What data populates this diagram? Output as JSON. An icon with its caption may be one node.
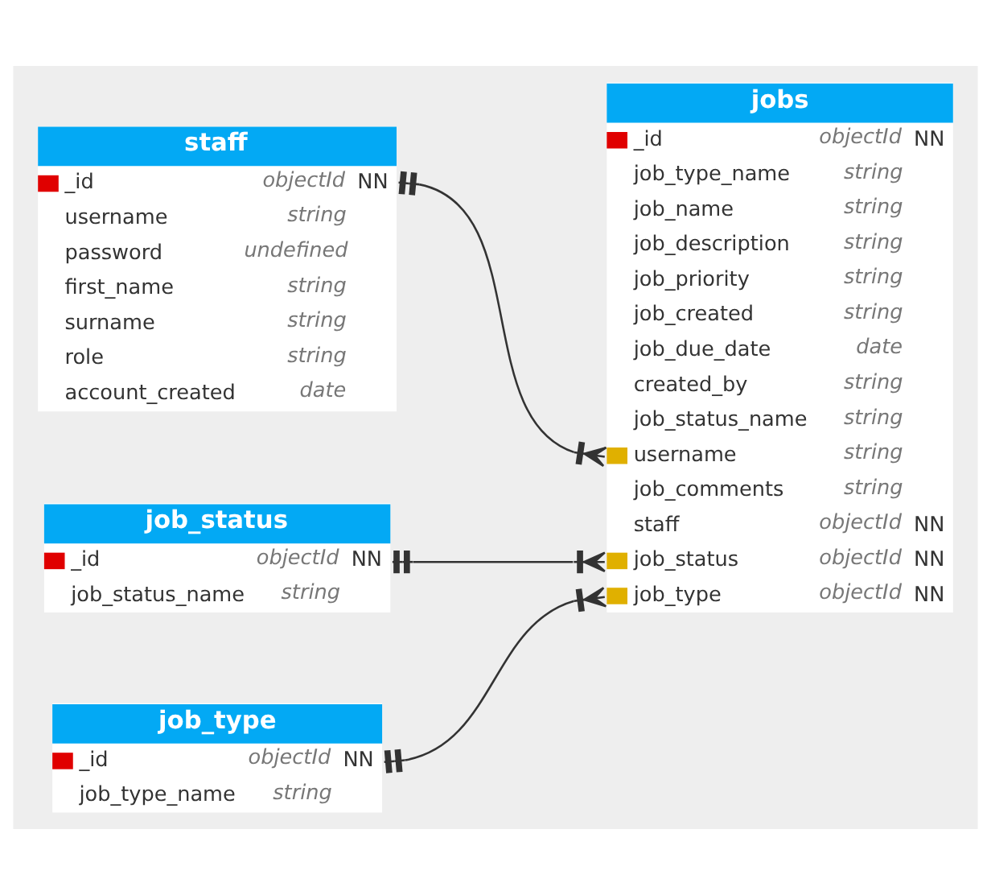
{
  "diagram": {
    "nodes": [
      {
        "text": [
          "staff",
          "_id objectId NN",
          "username string",
          "password undefined",
          "first_name string",
          "surname string",
          "role string",
          "account_created date"
        ]
      },
      {
        "text": [
          "jobs",
          "_id objectId NN",
          "job_type_name string",
          "job_name string",
          "job_description string",
          "job_priority string",
          "job_created string",
          "job_due_date date",
          "created_by string",
          "job_status_name string",
          "username string",
          "job_comments string",
          "staff objectId NN",
          "job_status objectId NN",
          "job_type objectId NN"
        ]
      },
      {
        "text": [
          "job_status",
          "_id objectId NN",
          "job_status_name string"
        ]
      },
      {
        "text": [
          "job_type",
          "_id objectId NN",
          "job_type_name string"
        ]
      }
    ],
    "edges": [
      {
        "from": 0,
        "to": 1,
        "arrow": "other"
      },
      {
        "from": 2,
        "to": 1,
        "arrow": "other"
      },
      {
        "from": 3,
        "to": 1,
        "arrow": "other"
      }
    ]
  }
}
